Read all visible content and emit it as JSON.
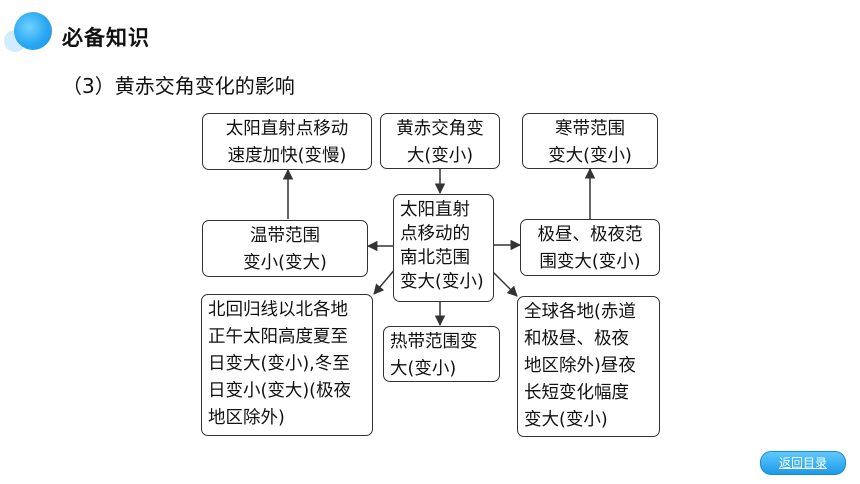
{
  "header": {
    "title": "必备知识"
  },
  "subtitle": "（3）黄赤交角变化的影响",
  "diagram": {
    "nodes": {
      "top_left": "太阳直射点移动\n速度加快(变慢)",
      "top_center": "黄赤交角变\n大(变小)",
      "top_right": "寒带范围\n变大(变小)",
      "middle_left": "温带范围\n变小(变大)",
      "center": "太阳直射\n点移动的\n南北范围\n变大(变小)",
      "middle_right": "极昼、极夜范\n围变大(变小)",
      "bottom_left": "北回归线以北各地\n正午太阳高度夏至\n日变大(变小),冬至\n日变小(变大)(极夜\n地区除外)",
      "bottom_center": "热带范围变\n大(变小)",
      "bottom_right": "全球各地(赤道\n和极昼、极夜\n地区除外)昼夜\n长短变化幅度\n变大(变小)"
    }
  },
  "nav": {
    "back_label": "返回目录"
  },
  "colors": {
    "accent": "#1d9be8",
    "line": "#333333"
  }
}
